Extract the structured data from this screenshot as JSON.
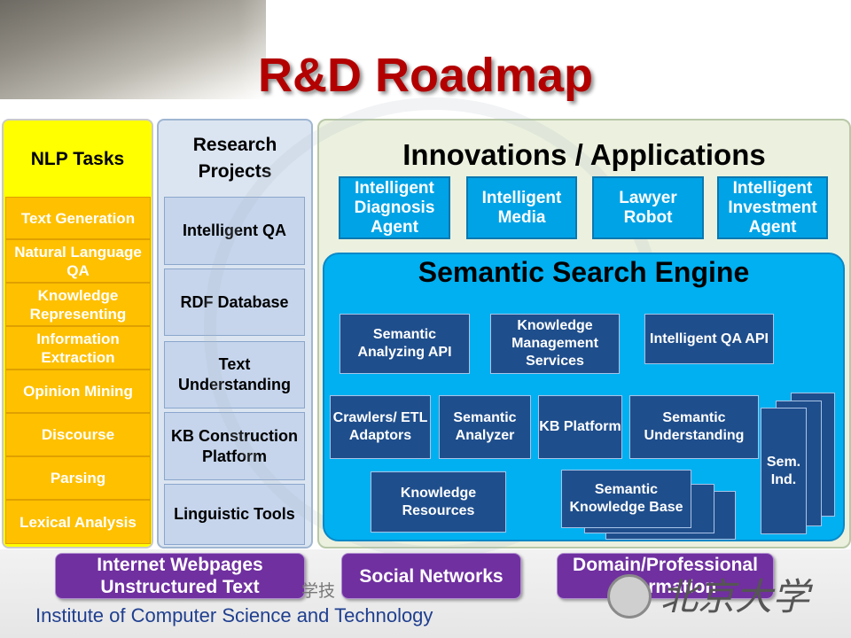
{
  "title": "R&D Roadmap",
  "colors": {
    "title": "#b30000",
    "nlp_column": "#ffff00",
    "nlp_item": "#ffc000",
    "research_column": "#dbe5f1",
    "innovations_panel": "#ebf1de",
    "app_box": "#00a3e6",
    "search_engine_panel": "#00b0f0",
    "engine_component": "#1f4e8c",
    "source_box": "#7030a0"
  },
  "nlp_tasks": {
    "title": "NLP Tasks",
    "items": [
      "Text Generation",
      "Natural Language QA",
      "Knowledge Representing",
      "Information Extraction",
      "Opinion Mining",
      "Discourse",
      "Parsing",
      "Lexical Analysis"
    ]
  },
  "research_projects": {
    "title": "Research Projects",
    "items": [
      "Intelligent QA",
      "RDF Database",
      "Text Understanding",
      "KB Construction Platform",
      "Linguistic Tools"
    ]
  },
  "innovations": {
    "title": "Innovations / Applications",
    "apps": [
      "Intelligent Diagnosis Agent",
      "Intelligent Media",
      "Lawyer Robot",
      "Intelligent Investment Agent"
    ]
  },
  "search_engine": {
    "title": "Semantic Search Engine",
    "components": {
      "semantic_analyzing_api": "Semantic Analyzing API",
      "knowledge_management_services": "Knowledge Management Services",
      "intelligent_qa_api": "Intelligent QA API",
      "crawlers_etl_adaptors": "Crawlers/ ETL Adaptors",
      "semantic_analyzer": "Semantic Analyzer",
      "kb_platform": "KB Platform",
      "semantic_understanding": "Semantic Understanding",
      "sem_ind": "Sem. Ind.",
      "knowledge_resources": "Knowledge Resources",
      "semantic_knowledge_base": "Semantic Knowledge Base"
    }
  },
  "data_sources": [
    "Internet Webpages Unstructured Text",
    "Social Networks",
    "Domain/Professional Information"
  ],
  "footer": {
    "institute": "Institute of Computer Science and Technology",
    "partial_chinese": "学技",
    "university_name": "北京大学"
  }
}
